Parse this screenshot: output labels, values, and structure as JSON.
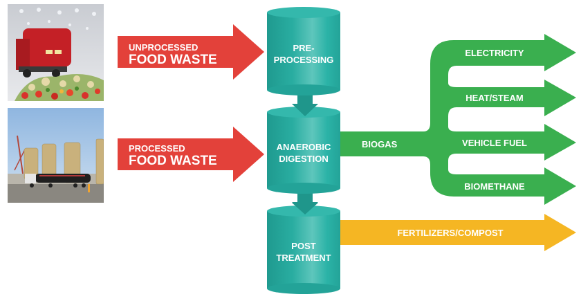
{
  "title": "Food waste anaerobic digestion process",
  "colors": {
    "input_arrow": "#e3413a",
    "vessel": "#2bb1a5",
    "vessel_dark": "#1f968b",
    "biogas_arrow": "#3aaf4f",
    "fertilizer_arrow": "#f5b623",
    "label_text": "#ffffff"
  },
  "photos": [
    {
      "name": "food-waste-truck-photo",
      "description": "Red garbage truck unloading produce waste in a warehouse"
    },
    {
      "name": "digester-tanks-photo",
      "description": "Tanker truck beside tall digester tanks outdoors"
    }
  ],
  "inputs": [
    {
      "line1": "UNPROCESSED",
      "line2": "FOOD WASTE"
    },
    {
      "line1": "PROCESSED",
      "line2": "FOOD WASTE"
    }
  ],
  "stages": [
    {
      "line1": "PRE-",
      "line2": "PROCESSING"
    },
    {
      "line1": "ANAEROBIC",
      "line2": "DIGESTION"
    },
    {
      "line1": "POST",
      "line2": "TREATMENT"
    }
  ],
  "biogas": {
    "label": "BIOGAS",
    "outputs": [
      "ELECTRICITY",
      "HEAT/STEAM",
      "VEHICLE FUEL",
      "BIOMETHANE"
    ]
  },
  "solids": {
    "label": "FERTILIZERS/COMPOST"
  }
}
